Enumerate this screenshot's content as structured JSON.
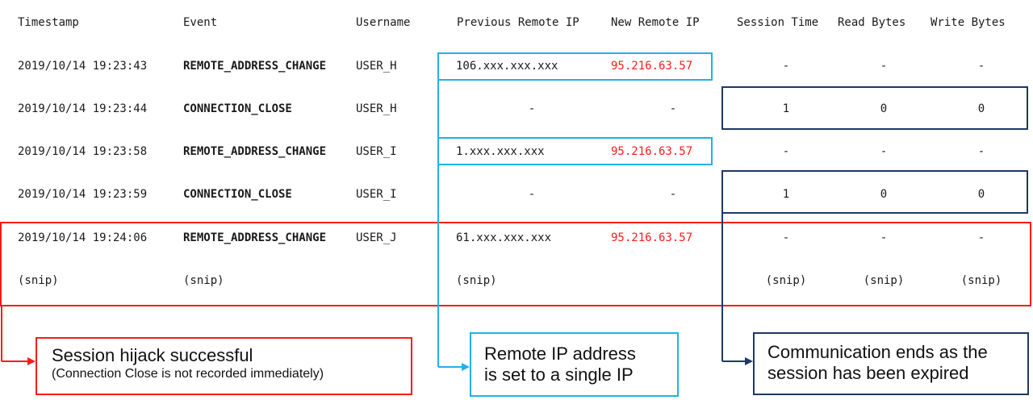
{
  "headers": {
    "timestamp": "Timestamp",
    "event": "Event",
    "username": "Username",
    "prev_ip": "Previous Remote IP",
    "new_ip": "New Remote IP",
    "session_time": "Session Time",
    "read_bytes": "Read Bytes",
    "write_bytes": "Write Bytes"
  },
  "rows": [
    {
      "timestamp": "2019/10/14 19:23:43",
      "event": "REMOTE_ADDRESS_CHANGE",
      "username": "USER_H",
      "prev_ip": "106.xxx.xxx.xxx",
      "new_ip": "95.216.63.57",
      "session_time": "-",
      "read_bytes": "-",
      "write_bytes": "-"
    },
    {
      "timestamp": "2019/10/14 19:23:44",
      "event": "CONNECTION_CLOSE",
      "username": "USER_H",
      "prev_ip": "-",
      "new_ip": "-",
      "session_time": "1",
      "read_bytes": "0",
      "write_bytes": "0"
    },
    {
      "timestamp": "2019/10/14 19:23:58",
      "event": "REMOTE_ADDRESS_CHANGE",
      "username": "USER_I",
      "prev_ip": "1.xxx.xxx.xxx",
      "new_ip": "95.216.63.57",
      "session_time": "-",
      "read_bytes": "-",
      "write_bytes": "-"
    },
    {
      "timestamp": "2019/10/14 19:23:59",
      "event": "CONNECTION_CLOSE",
      "username": "USER_I",
      "prev_ip": "-",
      "new_ip": "-",
      "session_time": "1",
      "read_bytes": "0",
      "write_bytes": "0"
    },
    {
      "timestamp": "2019/10/14 19:24:06",
      "event": "REMOTE_ADDRESS_CHANGE",
      "username": "USER_J",
      "prev_ip": "61.xxx.xxx.xxx",
      "new_ip": "95.216.63.57",
      "session_time": "-",
      "read_bytes": "-",
      "write_bytes": "-"
    }
  ],
  "snip_row": {
    "timestamp": "(snip)",
    "event": "(snip)",
    "prev_ip": "(snip)",
    "session_time": "(snip)",
    "read_bytes": "(snip)",
    "write_bytes": "(snip)"
  },
  "callouts": {
    "hijack": {
      "line1": "Session hijack successful",
      "line2": "(Connection Close is not recorded immediately)"
    },
    "remote_ip": {
      "line1": "Remote IP address",
      "line2": "is set to a single IP"
    },
    "expired": {
      "line1": "Communication ends as the",
      "line2": "session has been expired"
    }
  },
  "colors": {
    "red": "#ff1a1a",
    "cyan": "#21b1e6",
    "navy": "#1f3864",
    "new_ip_text": "#ff1a1a"
  }
}
